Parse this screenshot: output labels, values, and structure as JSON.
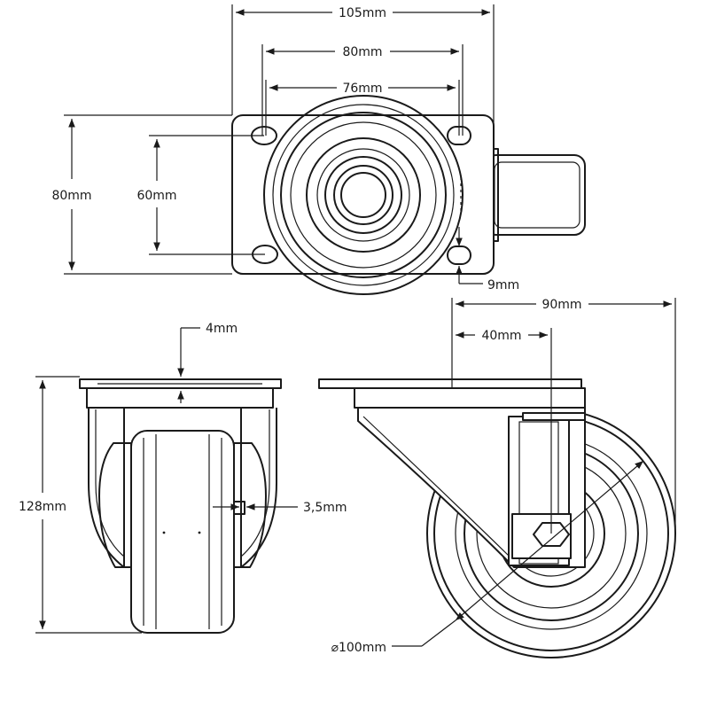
{
  "drawing": {
    "top_view": {
      "width_outer": "105mm",
      "width_holes_outer": "80mm",
      "width_holes_inner": "76mm",
      "height_outer": "80mm",
      "height_holes": "60mm",
      "hole_slot": "9mm"
    },
    "front_view": {
      "plate_thickness": "4mm",
      "overall_height": "128mm",
      "fork_thickness": "3,5mm"
    },
    "side_view": {
      "overall_length": "90mm",
      "offset": "40mm",
      "wheel_diameter": "⌀100mm"
    }
  }
}
